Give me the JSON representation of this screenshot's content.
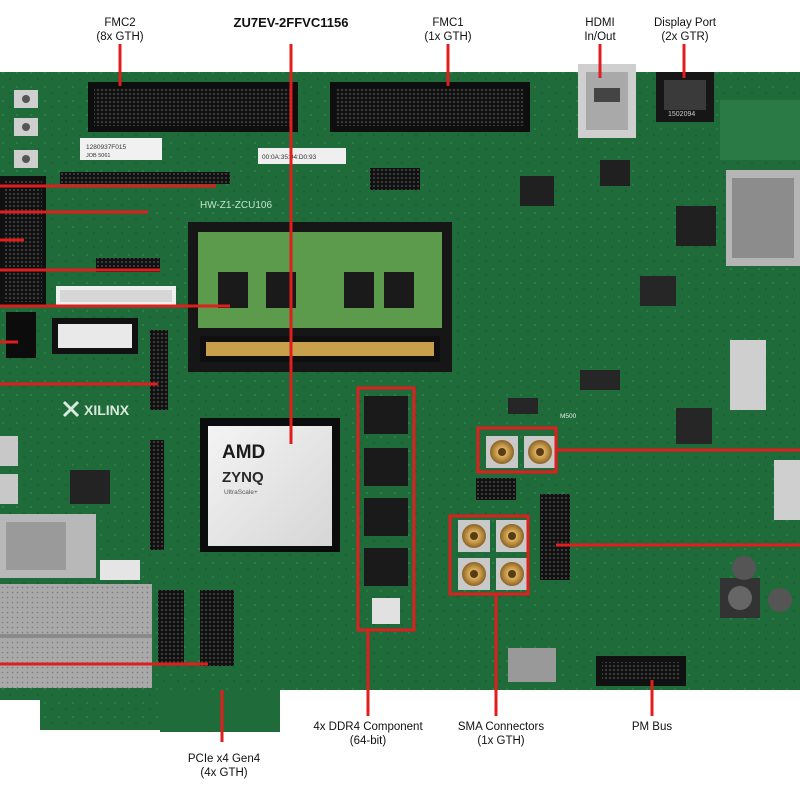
{
  "callouts": {
    "fmc2": {
      "line1": "FMC2",
      "line2": "(8x GTH)"
    },
    "device": {
      "line1": "ZU7EV-2FFVC1156"
    },
    "fmc1": {
      "line1": "FMC1",
      "line2": "(1x GTH)"
    },
    "hdmi": {
      "line1": "HDMI",
      "line2": "In/Out"
    },
    "displayport": {
      "line1": "Display Port",
      "line2": "(2x GTR)"
    },
    "ddr4": {
      "line1": "4x DDR4 Component",
      "line2": "(64-bit)"
    },
    "sma": {
      "line1": "SMA Connectors",
      "line2": "(1x GTH)"
    },
    "pmbus": {
      "line1": "PM Bus"
    },
    "pcie": {
      "line1": "PCIe x4 Gen4",
      "line2": "(4x GTH)"
    }
  },
  "board_markings": {
    "chip_brand": "AMD",
    "chip_family": "ZYNQ",
    "chip_sub": "UltraScale+",
    "xilinx_logo": "XILINX",
    "serial_sticker": "1280937F015",
    "serial_sticker_sub": "JOB 5061",
    "mac_sticker": "00:0A:35:04:D0:93",
    "dp_connector_mark": "1502094",
    "silkscreen_part": "HW-Z1-ZCU106",
    "leds_mark": "M500"
  },
  "colors": {
    "pcb": "#1f6b3a",
    "callout_red": "#e01e1e",
    "connector_black": "#1a1a1a",
    "gold": "#c9a44a"
  }
}
